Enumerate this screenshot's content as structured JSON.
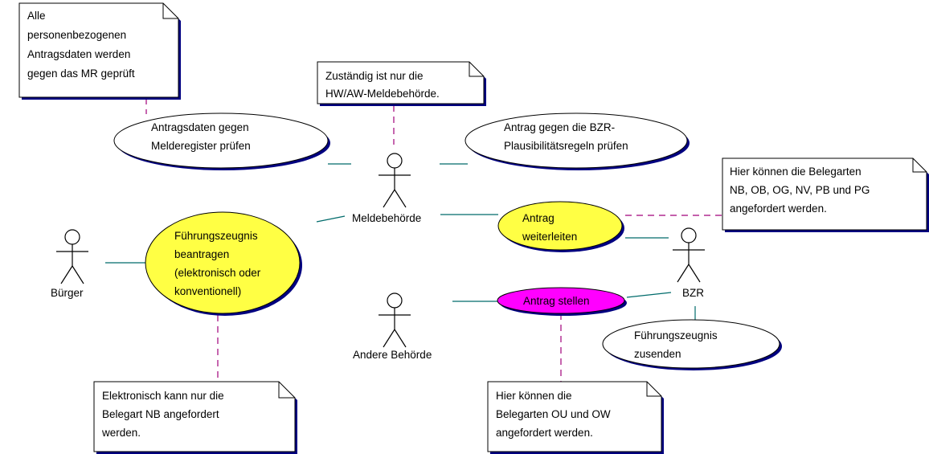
{
  "colors": {
    "background": "#ffffff",
    "line": "#000000",
    "connector": "#006b6b",
    "anchor": "#a0007a",
    "note_shadow": "#000080",
    "use_case_default": "#ffffff",
    "use_case_highlight": "#ffff44",
    "use_case_primary": "#ff00ff"
  },
  "actors": {
    "meldebehoerde": "Meldebehörde",
    "buerger": "Bürger",
    "bzr": "BZR",
    "andere_behoerde": "Andere Behörde"
  },
  "use_cases": {
    "melderegister": [
      "Antragsdaten gegen",
      "Melderegister prüfen"
    ],
    "plausibilitaet": [
      "Antrag gegen die BZR-",
      "Plausibilitätsregeln prüfen"
    ],
    "weiterleiten": [
      "Antrag",
      "weiterleiten"
    ],
    "beantragen": [
      "Führungszeugnis",
      "beantragen",
      "(elektronisch oder",
      "konventionell)"
    ],
    "stellen": [
      "Antrag stellen"
    ],
    "zusenden": [
      "Führungszeugnis",
      "zusenden"
    ]
  },
  "notes": {
    "antragsdaten": [
      "Alle",
      "personenbezogenen",
      "Antragsdaten werden",
      "gegen das MR geprüft"
    ],
    "zustaendig": [
      "Zuständig ist nur die",
      "HW/AW-Meldebehörde."
    ],
    "belegarten_bzr": [
      "Hier können die Belegarten",
      "NB, OB, OG, NV, PB und PG",
      "angefordert werden."
    ],
    "elektronisch": [
      "Elektronisch kann nur die",
      "Belegart NB angefordert",
      "werden."
    ],
    "belegarten_andere": [
      "Hier können die",
      "Belegarten OU und OW",
      "angefordert werden."
    ]
  }
}
